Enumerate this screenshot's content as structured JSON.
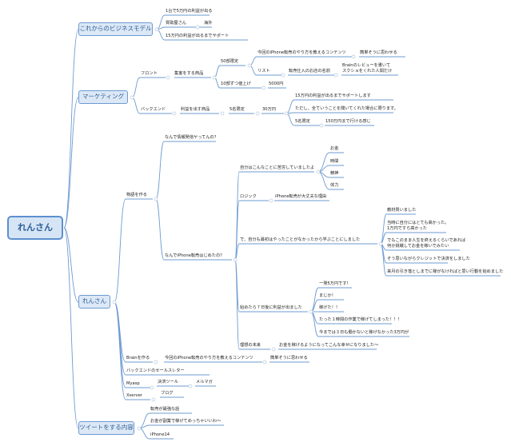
{
  "root": "れんさん",
  "colors": {
    "line": "#6e9bd1",
    "box_fill": "#dce8f6",
    "box_border": "#6c9bd2",
    "text": "#222222"
  },
  "b1": {
    "title": "これからのビジネスモデル",
    "item1": "1台で5万円の利益が出る",
    "item2": "買取屋さん",
    "item2_child": "海外",
    "item3": "15万円の利益が出るまでサポート"
  },
  "b2": {
    "title": "マーケティング",
    "front": "フロント",
    "front_child": "集客をする商品",
    "limit50": "50部限定",
    "content": "今回のiPhone転売のやり方を教えるコンテンツ",
    "content_child": "簡単そうに思わせる",
    "list": "リスト",
    "list_child": "転売仕入のお店の名前",
    "list_child2_l1": "Brainのレビューを書いて",
    "list_child2_l2": "スクショをくれた人間だけ",
    "raise": "10部ずつ値上げ",
    "raise_child": "5000円",
    "backend": "バックエンド",
    "backend_child": "利益を出す商品",
    "limit5": "5名限定",
    "price30": "30万円",
    "support": "15万円の利益が出るまでサポートします",
    "note": "ただし、全ていうことを聞いてくれた場合に限ります。",
    "limit5b": "5名限定",
    "price150": "150万円まで行ける感じ"
  },
  "b3": {
    "title": "れんさん",
    "why_info": "なんで情報発信ヤってんの？",
    "product": "物語を作る",
    "why_iphone": "なんでiPhone転売はじめたの？",
    "myself": "自分はこんなことに苦労していましたよ",
    "money": "お金",
    "time": "時間",
    "mental": "精神",
    "body": "体力",
    "logic": "ロジック",
    "logic_child": "iPhone転売が大丈夫な理由",
    "so": "で、自分も最初はやったことがなかったから学ぶことにしました",
    "teaching": "教材買いました",
    "worried_l1": "当時に自分にはとても高かった。",
    "worried_l2": "1万円ですら高かった",
    "but_l1": "でもこのまま人生を終えるくらいであれば",
    "but_l2": "何か挑戦してお金を稼いでみたい",
    "credit": "そう思いながらクレジットで決済をしました",
    "future": "来月の引き落としまでに稼がなければと思い行動を始めました",
    "start": "始めたら７日後に利益が出ました",
    "profit": "一発5万円です！",
    "really": "まじか！",
    "earned": "稼げた！！",
    "just": "たった１時間の作業で稼げてしまった！！！",
    "now": "今までは３日も働かないと稼げなかった3万円が",
    "ideal": "理想の未来",
    "ideal_child": "お金を稼げるようになってこんな幸せになりました〜",
    "brain": "Brainを作る",
    "brain_child": "今回のiPhone転売のやり方を教えるコンテンツ",
    "brain_child2": "簡単そうに思わせる",
    "backend_letter": "バックエンドのセールスレター",
    "myasp": "Myasp",
    "myasp_child": "決済ツール",
    "myasp_child2": "メルマガ",
    "xserver": "Xserver",
    "xserver_child": "ブログ"
  },
  "b4": {
    "title": "ツイートをする内容",
    "item1": "転売が最強な話",
    "item2": "お金が副業で稼げてめっちゃいいわ〜",
    "item3": "iPhone14"
  }
}
